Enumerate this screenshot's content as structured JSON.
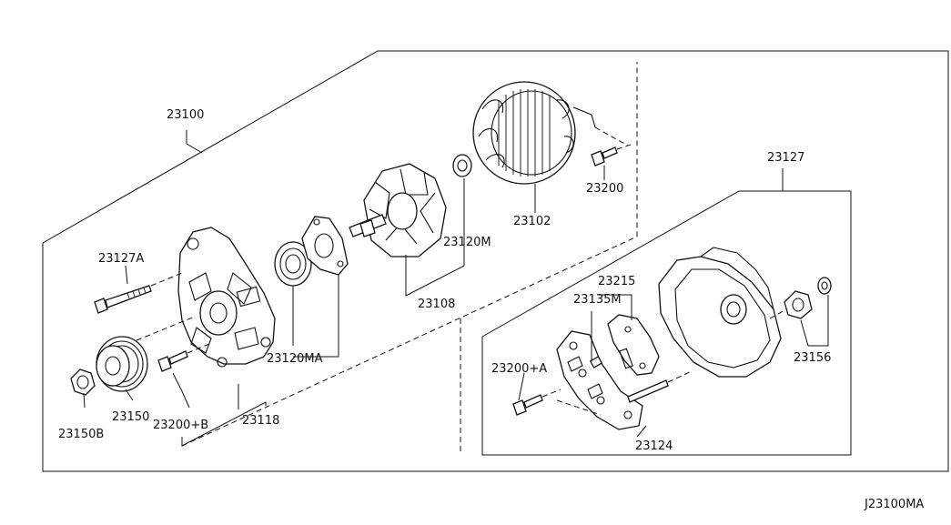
{
  "diagram": {
    "labels": {
      "l23100": "23100",
      "l23127A": "23127A",
      "l23150B": "23150B",
      "l23150": "23150",
      "l23200B": "23200+B",
      "l23118": "23118",
      "l23120MA": "23120MA",
      "l23108": "23108",
      "l23120M": "23120M",
      "l23102": "23102",
      "l23200": "23200",
      "l23127": "23127",
      "l23215": "23215",
      "l23135M": "23135M",
      "l23200A": "23200+A",
      "l23124": "23124",
      "l23156": "23156"
    },
    "reference_code": "J23100MA"
  }
}
